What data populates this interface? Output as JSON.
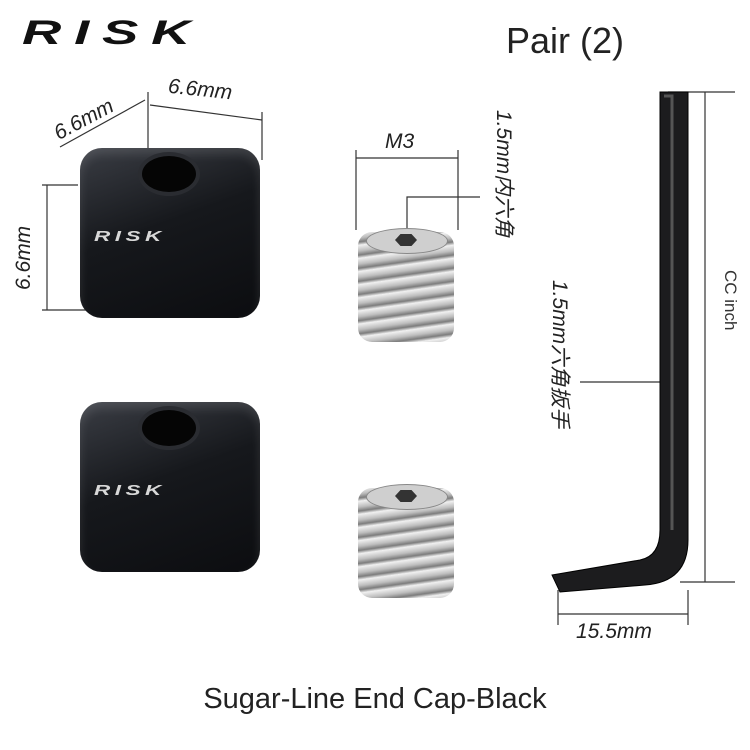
{
  "brand": {
    "logo": "RISK",
    "cube_logo": "RISK"
  },
  "header": {
    "title": "Pair (2)"
  },
  "dimensions": {
    "cube_depth": "6.6mm",
    "cube_width": "6.6mm",
    "cube_height": "6.6mm",
    "screw_thread": "M3",
    "screw_hex": "1.5mm内六角",
    "wrench_size": "1.5mm六角扳手",
    "wrench_length": "CC inch",
    "wrench_short": "15.5mm"
  },
  "caption": "Sugar-Line End Cap-Black"
}
